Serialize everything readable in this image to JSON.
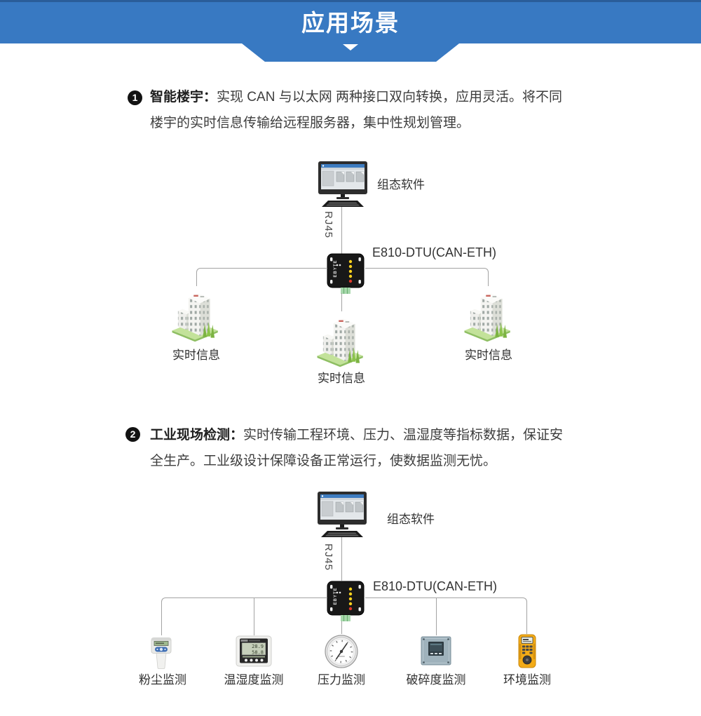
{
  "header": {
    "title": "应用场景"
  },
  "sections": [
    {
      "number": "1",
      "heading": "智能楼宇：",
      "body": "实现 CAN 与以太网 两种接口双向转换，应用灵活。将不同楼宇的实时信息传输给远程服务器，集中性规划管理。"
    },
    {
      "number": "2",
      "heading": "工业现场检测：",
      "body": "实时传输工程环境、压力、温湿度等指标数据，保证安全生产。工业级设计保障设备正常运行，使数据监测无忧。"
    }
  ],
  "diagram_smart_building": {
    "pc_label": "组态软件",
    "cable_label": "RJ45",
    "gateway_label": "E810-DTU(CAN-ETH)",
    "gateway_brand": "EBYTE",
    "building_labels": [
      "实时信息",
      "实时信息",
      "实时信息"
    ]
  },
  "diagram_industrial": {
    "pc_label": "组态软件",
    "cable_label": "RJ45",
    "gateway_label": "E810-DTU(CAN-ETH)",
    "gateway_brand": "EBYTE",
    "sensor_labels": [
      "粉尘监测",
      "温湿度监测",
      "压力监测",
      "破碎度监测",
      "环境监测"
    ],
    "temp_humidity_display": {
      "temperature": "28.9",
      "humidity": "58.8"
    }
  },
  "colors": {
    "accent_blue": "#3879c2",
    "accent_blue_dark": "#2a5d99",
    "line_grey": "#a3a3a3",
    "text_body": "#3d3d3d",
    "text_strong": "#1f1f1f",
    "label_grey": "#333333",
    "led_yellow": "#ffd21e",
    "led_red": "#e03a2a",
    "connector_green": "#a8d8ad",
    "ground_green": "#c3e29a",
    "tree_green": "#7cb342",
    "env_yellow": "#f3ab17"
  }
}
